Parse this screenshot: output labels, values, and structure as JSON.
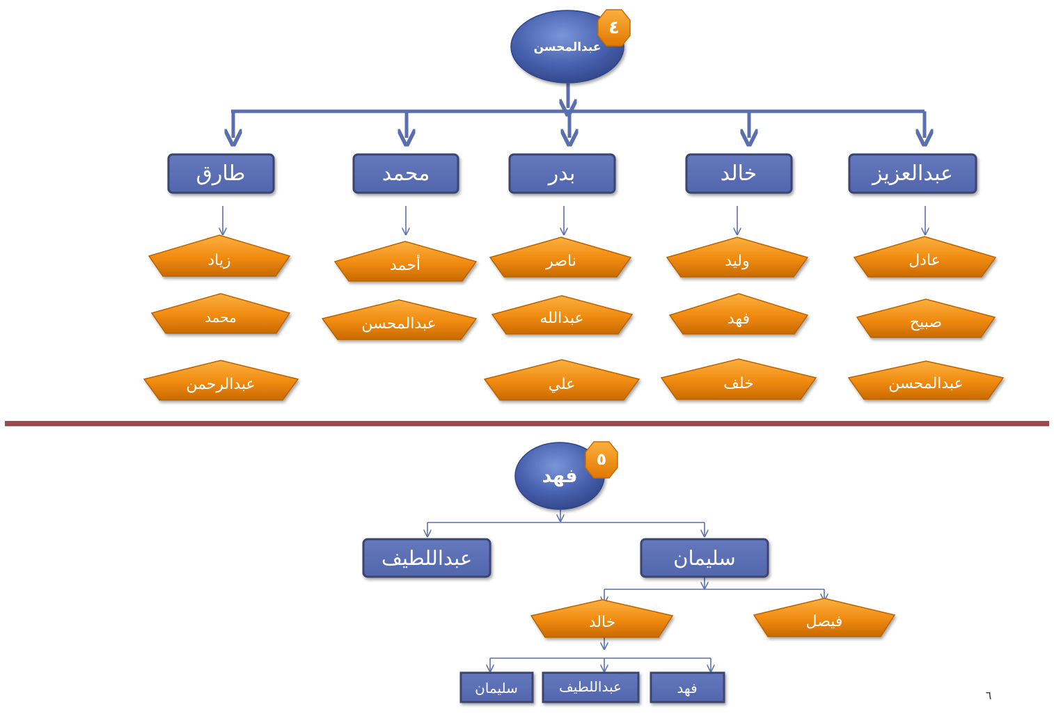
{
  "tree1": {
    "root": {
      "name": "عبدالمحسن",
      "badge": "٤"
    },
    "children": [
      {
        "name": "عبدالعزيز",
        "sons": [
          "عادل",
          "صبيح",
          "عبدالمحسن"
        ]
      },
      {
        "name": "خالد",
        "sons": [
          "وليد",
          "فهد",
          "خلف"
        ]
      },
      {
        "name": "بدر",
        "sons": [
          "ناصر",
          "عبدالله",
          "علي"
        ]
      },
      {
        "name": "محمد",
        "sons": [
          "أحمد",
          "عبدالمحسن"
        ]
      },
      {
        "name": "طارق",
        "sons": [
          "زياد",
          "محمد",
          "عبدالرحمن"
        ]
      }
    ]
  },
  "tree2": {
    "root": {
      "name": "فهد",
      "badge": "٥"
    },
    "children": [
      {
        "name": "سليمان",
        "sons": [
          "فيصل",
          "خالد"
        ]
      },
      {
        "name": "عبداللطيف",
        "sons": []
      }
    ],
    "grandchildren": [
      "فهد",
      "عبداللطيف",
      "سليمان"
    ]
  },
  "page_number": "٦",
  "colors": {
    "box_fill": "#5b6fb5",
    "box_border": "#3a4470",
    "oval_fill": "#4a63b0",
    "pentagon_fill": "#f08a10",
    "pentagon_light": "#fbb040",
    "badge_fill": "#f08a10",
    "connector": "#5a6fb0",
    "divider": "#a0484c"
  }
}
